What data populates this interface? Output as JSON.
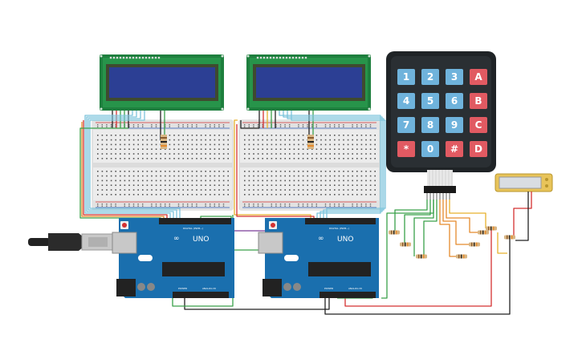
{
  "canvas": {
    "background": "#ffffff"
  },
  "lcds": [
    {
      "id": "lcd-1",
      "bezel_color": "#1e7f3e",
      "screen_color": "#2c3f94"
    },
    {
      "id": "lcd-2",
      "bezel_color": "#1e7f3e",
      "screen_color": "#2c3f94"
    }
  ],
  "keypad": {
    "body_color": "#1f2326",
    "keys": [
      {
        "label": "1",
        "color": "#6fb3dc"
      },
      {
        "label": "2",
        "color": "#6fb3dc"
      },
      {
        "label": "3",
        "color": "#6fb3dc"
      },
      {
        "label": "A",
        "color": "#e15a62"
      },
      {
        "label": "4",
        "color": "#6fb3dc"
      },
      {
        "label": "5",
        "color": "#6fb3dc"
      },
      {
        "label": "6",
        "color": "#6fb3dc"
      },
      {
        "label": "B",
        "color": "#e15a62"
      },
      {
        "label": "7",
        "color": "#6fb3dc"
      },
      {
        "label": "8",
        "color": "#6fb3dc"
      },
      {
        "label": "9",
        "color": "#6fb3dc"
      },
      {
        "label": "C",
        "color": "#e15a62"
      },
      {
        "label": "*",
        "color": "#e15a62"
      },
      {
        "label": "0",
        "color": "#6fb3dc"
      },
      {
        "label": "#",
        "color": "#e15a62"
      },
      {
        "label": "D",
        "color": "#e15a62"
      }
    ]
  },
  "arduinos": [
    {
      "id": "arduino-1",
      "board_label": "UNO",
      "header_label": "DIGITAL (PWM~)",
      "power_label": "POWER",
      "analog_label": "ANALOG IN",
      "board_color": "#1a6fae"
    },
    {
      "id": "arduino-2",
      "board_label": "UNO",
      "header_label": "DIGITAL (PWM~)",
      "power_label": "POWER",
      "analog_label": "ANALOG IN",
      "board_color": "#1a6fae"
    }
  ],
  "breadboards": [
    {
      "id": "breadboard-1",
      "color": "#ececec"
    },
    {
      "id": "breadboard-2",
      "color": "#ececec"
    }
  ],
  "sensor": {
    "id": "small-module",
    "color": "#e8c45a"
  },
  "wire_colors": {
    "red": "#d43131",
    "black": "#222222",
    "green": "#3aa14a",
    "yellow": "#e6b12c",
    "orange": "#e58a2c",
    "light_blue": "#7cc4dc",
    "purple": "#7a3c99",
    "brown": "#8a5a2c"
  }
}
